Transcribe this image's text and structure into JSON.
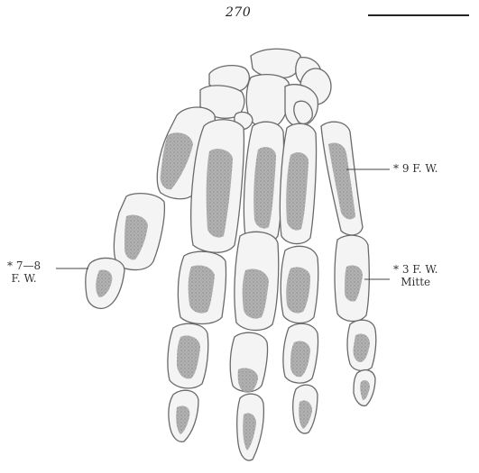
{
  "header": {
    "page_number": "270"
  },
  "figure": {
    "annotations": [
      {
        "id": "ann-9fw",
        "text": "* 9 F. W."
      },
      {
        "id": "ann-3fw",
        "line1": "* 3 F. W.",
        "line2": "Mitte"
      },
      {
        "id": "ann-78fw",
        "line1": "* 7—8",
        "line2": "F. W."
      }
    ],
    "colors": {
      "bone_outline": "#6a6a6a",
      "bone_fill": "#f4f4f4",
      "shaft_shading": "#9c9c9c"
    }
  }
}
